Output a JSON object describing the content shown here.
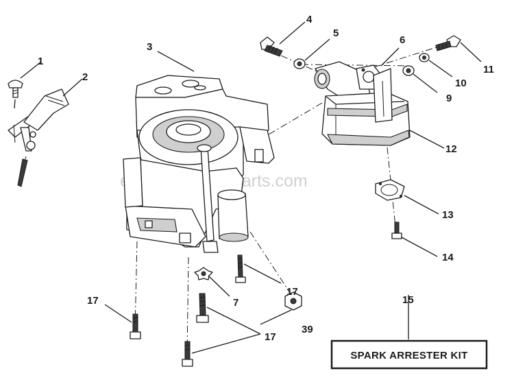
{
  "watermark": "eReplacementParts.com",
  "callouts": {
    "c1": "1",
    "c2": "2",
    "c3": "3",
    "c4": "4",
    "c5": "5",
    "c6": "6",
    "c7": "7",
    "c9": "9",
    "c10": "10",
    "c11": "11",
    "c12": "12",
    "c13": "13",
    "c14": "14",
    "c15": "15",
    "c17_bolt_mid": "17",
    "c17_left": "17",
    "c17_bottom": "17",
    "c39": "39"
  },
  "kit_box": {
    "label": "SPARK ARRESTER KIT"
  }
}
